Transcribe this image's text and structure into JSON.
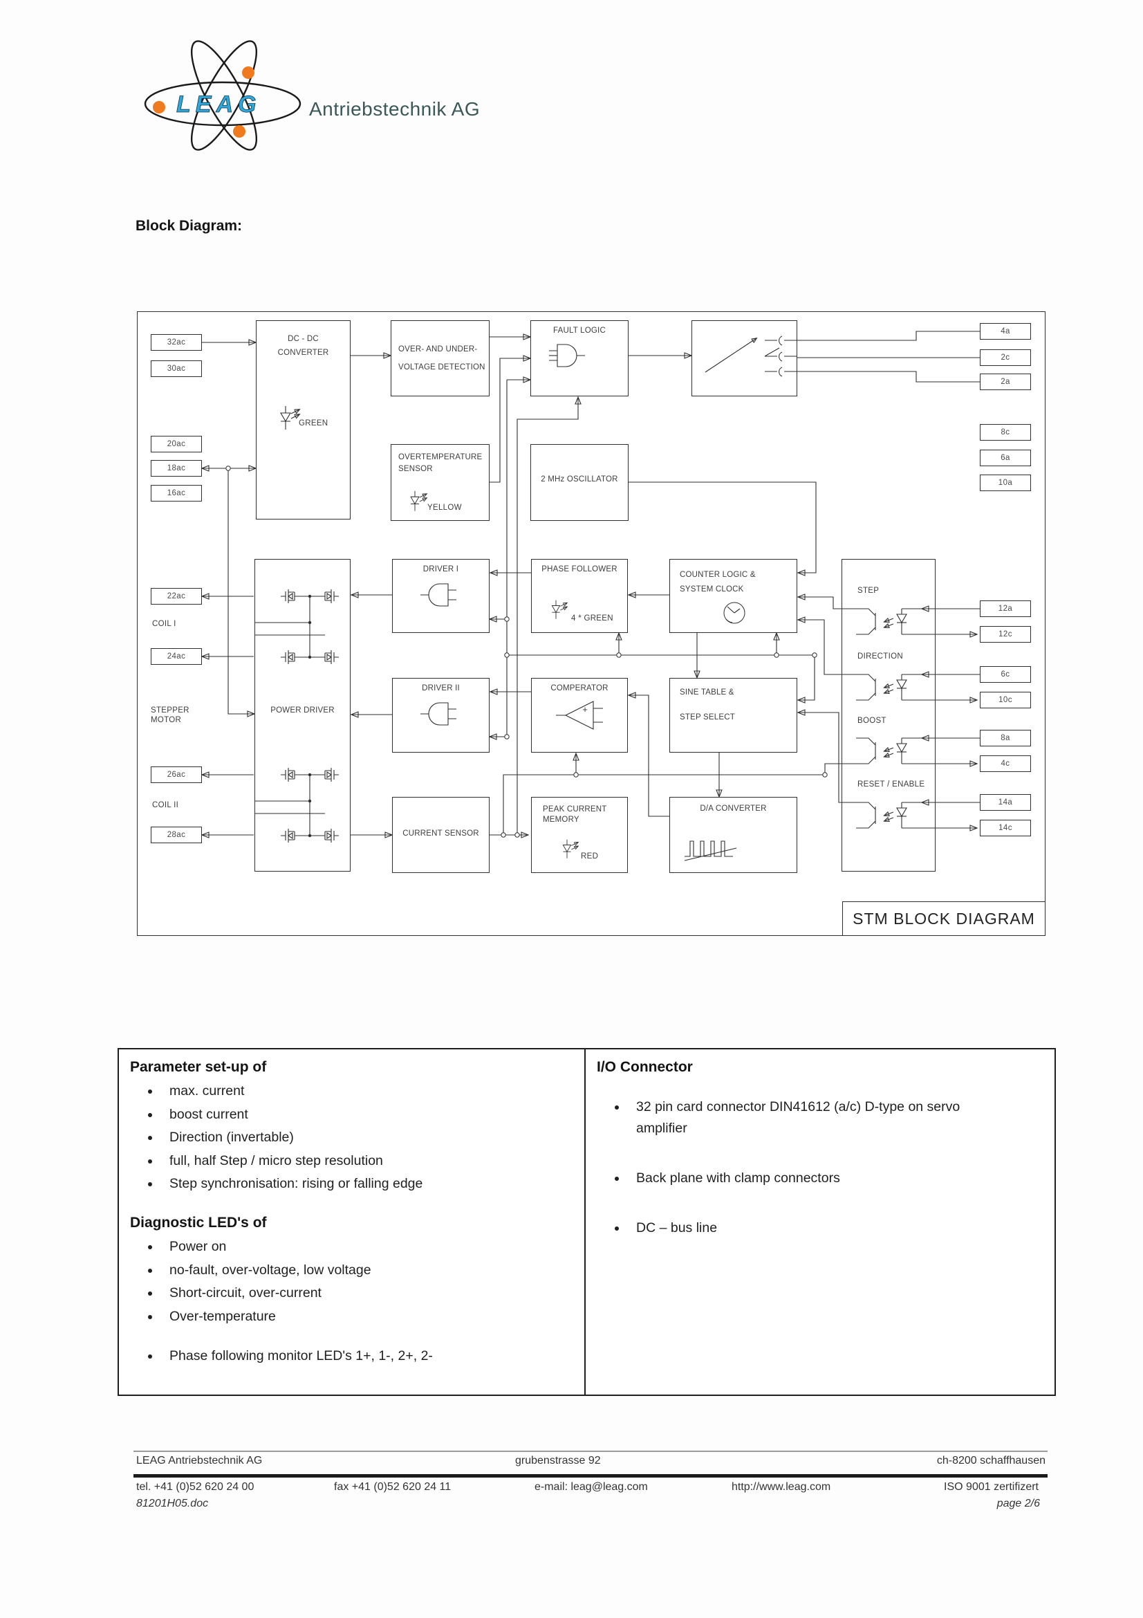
{
  "header": {
    "logo_text": "LEAG",
    "brand": "Antriebstechnik AG",
    "colors": {
      "logo_blue": "#2fa8dc",
      "logo_orange": "#f07a1e",
      "brand_color": "#3b5757"
    }
  },
  "page_title": "Block Diagram:",
  "diagram": {
    "title": "STM BLOCK DIAGRAM",
    "boxes": {
      "dcdc": {
        "line1": "DC - DC",
        "line2": "CONVERTER",
        "led": "GREEN"
      },
      "ovuv": {
        "line1": "OVER- AND UNDER-",
        "line2": "VOLTAGE DETECTION"
      },
      "fault": {
        "title": "FAULT LOGIC"
      },
      "overtemp": {
        "line1": "OVERTEMPERATURE",
        "line2": "SENSOR",
        "led": "YELLOW"
      },
      "osc": {
        "title": "2 MHz OSCILLATOR"
      },
      "power": {
        "title": "POWER DRIVER"
      },
      "driver1": {
        "title": "DRIVER I"
      },
      "phase": {
        "title": "PHASE FOLLOWER",
        "led": "4 * GREEN"
      },
      "counter": {
        "line1": "COUNTER LOGIC &",
        "line2": "SYSTEM CLOCK"
      },
      "driver2": {
        "title": "DRIVER II"
      },
      "comparator": {
        "title": "COMPERATOR",
        "plus": "+"
      },
      "sine": {
        "line1": "SINE TABLE &",
        "line2": "STEP SELECT"
      },
      "current": {
        "title": "CURRENT SENSOR"
      },
      "peak": {
        "line1": "PEAK CURRENT",
        "line2": "MEMORY",
        "led": "RED"
      },
      "dac": {
        "title": "D/A CONVERTER"
      }
    },
    "opto_sections": [
      {
        "label": "STEP"
      },
      {
        "label": "DIRECTION"
      },
      {
        "label": "BOOST"
      },
      {
        "label": "RESET / ENABLE"
      }
    ],
    "motor_labels": {
      "coil1": "COIL I",
      "stepper_line1": "STEPPER",
      "stepper_line2": "MOTOR",
      "coil2": "COIL II"
    },
    "pins_left": [
      "32ac",
      "30ac",
      "20ac",
      "18ac",
      "16ac",
      "22ac",
      "24ac",
      "26ac",
      "28ac"
    ],
    "pins_right": [
      "4a",
      "2c",
      "2a",
      "8c",
      "6a",
      "10a",
      "12a",
      "12c",
      "6c",
      "10c",
      "8a",
      "4c",
      "14a",
      "14c"
    ]
  },
  "table": {
    "left": {
      "heading1": "Parameter set-up of",
      "items1": [
        "max. current",
        "boost current",
        "Direction (invertable)",
        "full, half Step / micro step resolution",
        "Step synchronisation: rising or falling edge"
      ],
      "heading2": "Diagnostic LED's of",
      "items2": [
        "Power on",
        "no-fault, over-voltage, low voltage",
        "Short-circuit, over-current",
        "Over-temperature"
      ],
      "items3": [
        "Phase following monitor LED's 1+, 1-, 2+, 2-"
      ]
    },
    "right": {
      "heading": "I/O Connector",
      "items": [
        "32 pin card connector DIN41612 (a/c) D-type on servo amplifier",
        "Back plane with clamp connectors",
        "DC – bus line"
      ]
    }
  },
  "footer": {
    "company": "LEAG Antriebstechnik AG",
    "address": "grubenstrasse 92",
    "city": "ch-8200 schaffhausen",
    "tel": "tel. +41 (0)52 620 24 00",
    "fax": "fax +41 (0)52 620 24 11",
    "email": "e-mail: leag@leag.com",
    "web": "http://www.leag.com",
    "iso": "ISO 9001 zertifizert",
    "doc": "81201H05.doc",
    "page": "page 2/6"
  }
}
